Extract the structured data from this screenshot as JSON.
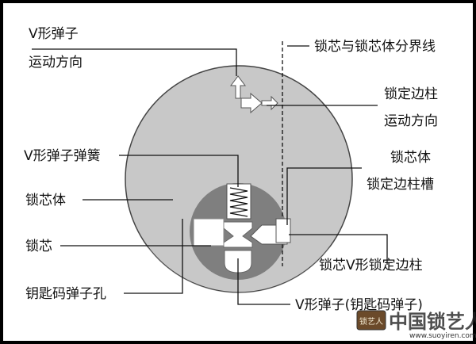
{
  "diagram": {
    "labels": {
      "v_pin_motion_line1": "V形弹子",
      "v_pin_motion_line2": "运动方向",
      "shear_line": "锁芯与锁芯体分界线",
      "side_bar_motion_line1": "锁定边柱",
      "side_bar_motion_line2": "运动方向",
      "v_pin_spring": "V形弹子弹簧",
      "lock_body_right_line1": "锁芯体",
      "lock_body_right_line2": "锁定边柱槽",
      "lock_body_left": "锁芯体",
      "lock_core": "锁芯",
      "v_side_bar": "锁芯V形锁定边柱",
      "keyway": "钥匙码弹子孔",
      "v_pin_key_pin": "V形弹子(钥匙码弹子)"
    },
    "watermark": {
      "badge_text": "锁艺人",
      "brand_text": "中国锁艺人",
      "url": "www.suoyiren.com"
    },
    "colors": {
      "frame": "#000000",
      "background": "#ffffff",
      "cylinder_body": "#c8c8c8",
      "cylinder_core": "#7f7f7f",
      "parts_white": "#ffffff",
      "text": "#111111"
    }
  }
}
